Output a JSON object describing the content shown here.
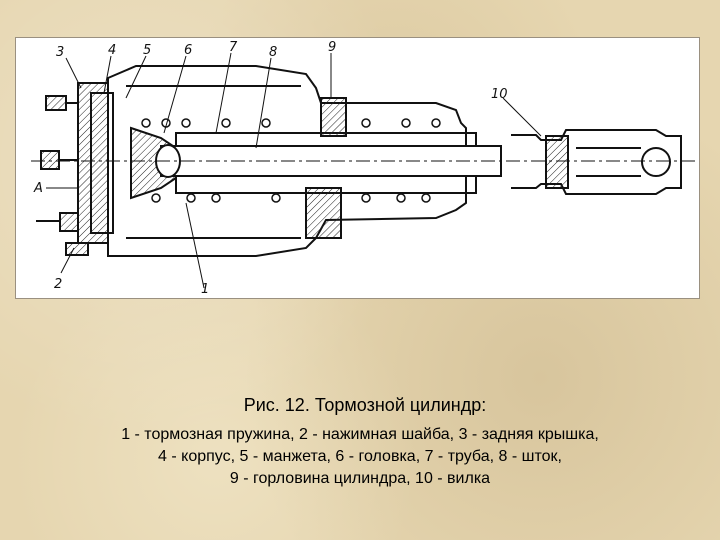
{
  "figure": {
    "labels": [
      "3",
      "4",
      "5",
      "6",
      "7",
      "8",
      "9",
      "10",
      "A",
      "2",
      "1"
    ]
  },
  "caption": {
    "title": "Рис. 12. Тормозной цилиндр:",
    "lines": [
      "1 - тормозная пружина, 2 - нажимная шайба, 3 - задняя крышка,",
      "4 - корпус, 5 - манжета, 6 - головка, 7 - труба, 8 - шток,",
      "9 - горловина цилиндра, 10 - вилка"
    ]
  }
}
